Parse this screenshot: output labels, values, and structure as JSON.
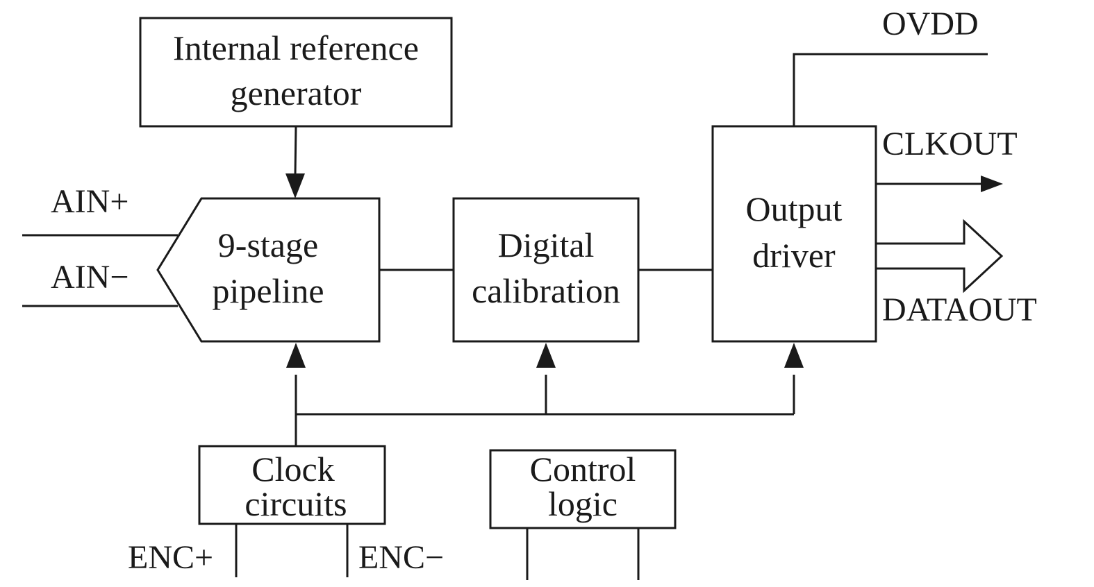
{
  "blocks": {
    "internal_reference": [
      "Internal reference",
      "generator"
    ],
    "pipeline": [
      "9-stage",
      "pipeline"
    ],
    "digital_calibration": [
      "Digital",
      "calibration"
    ],
    "output_driver": [
      "Output",
      "driver"
    ],
    "clock_circuits": [
      "Clock",
      "circuits"
    ],
    "control_logic": [
      "Control",
      "logic"
    ]
  },
  "signals": {
    "ain_plus": "AIN+",
    "ain_minus": "AIN−",
    "ovdd": "OVDD",
    "clkout": "CLKOUT",
    "dataout": "DATAOUT",
    "enc_plus": "ENC+",
    "enc_minus": "ENC−"
  }
}
